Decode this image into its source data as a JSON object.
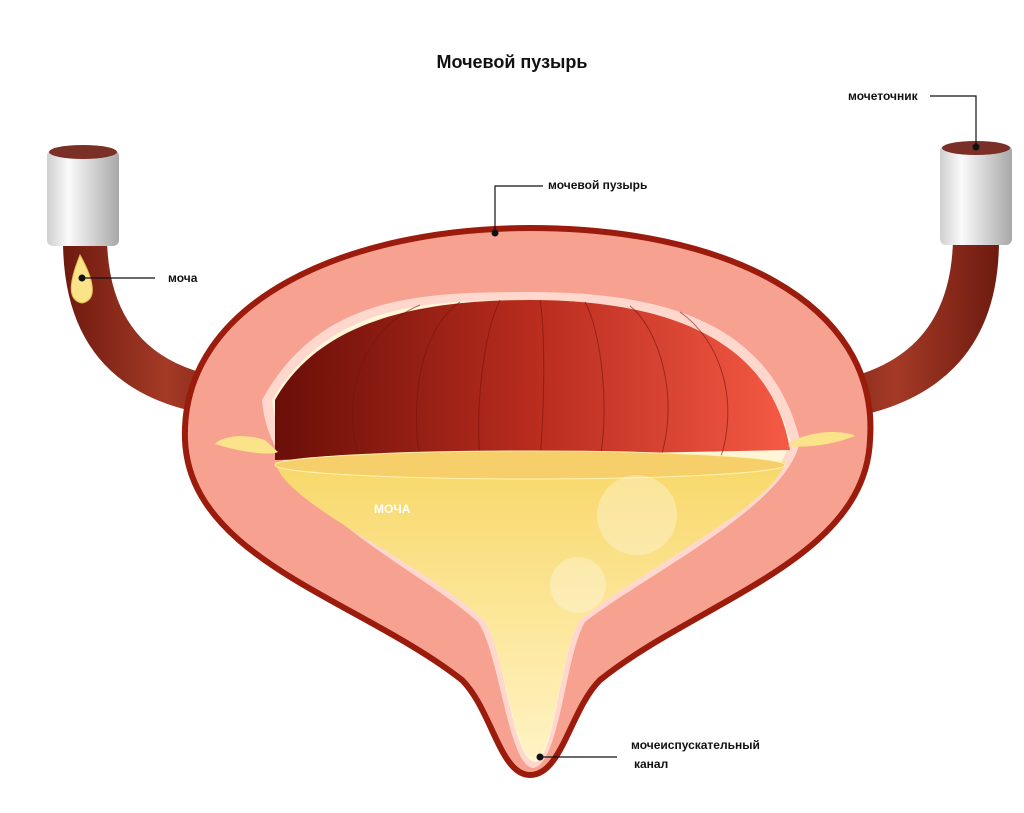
{
  "title": "Мочевой пузырь",
  "labels": {
    "ureter": "мочеточник",
    "bladder": "мочевой пузырь",
    "urine_left": "моча",
    "urine_inside": "МОЧА",
    "urethra_line1": "мочеиспускательный",
    "urethra_line2": "канал"
  },
  "colors": {
    "wall_outline": "#9b1c0c",
    "wall": "#f7a191",
    "muscle": "#c8382a",
    "urine": "#fbe38a",
    "tube": "#8e2a1c"
  }
}
